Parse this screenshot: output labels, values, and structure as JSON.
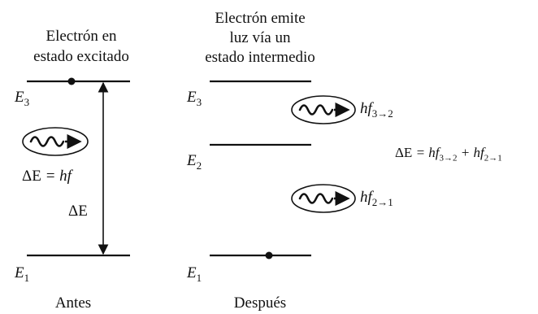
{
  "before": {
    "title_line1": "Electrón en",
    "title_line2": "estado excitado",
    "level_E3": "E",
    "level_E3_sub": "3",
    "level_E1": "E",
    "level_E1_sub": "1",
    "photon_eq_lhs": "ΔE",
    "photon_eq_rhs": "= hf",
    "gap_label": "ΔE",
    "caption": "Antes"
  },
  "after": {
    "title_line1": "Electrón emite",
    "title_line2": "luz vía un",
    "title_line3": "estado intermedio",
    "level_E3": "E",
    "level_E3_sub": "3",
    "level_E2": "E",
    "level_E2_sub": "2",
    "level_E1": "E",
    "level_E1_sub": "1",
    "photon1_label": "hf",
    "photon1_sub": "3→2",
    "photon2_label": "hf",
    "photon2_sub": "2→1",
    "caption": "Después"
  },
  "energy_sum": {
    "lhs": "ΔE",
    "eq": "= hf",
    "sub1": "3→2",
    "plus": "+ hf",
    "sub2": "2→1"
  },
  "colors": {
    "ink": "#111111",
    "background": "#ffffff"
  },
  "icons": [
    "photon-wave-icon",
    "electron-dot-icon",
    "double-arrow-icon"
  ]
}
